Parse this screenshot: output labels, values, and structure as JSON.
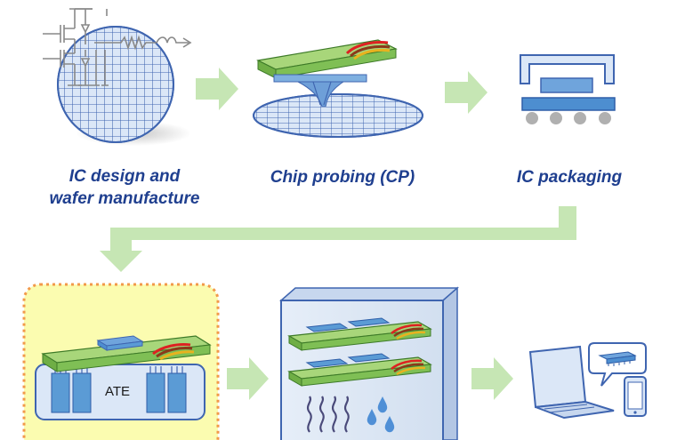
{
  "steps": {
    "design": {
      "line1": "IC design and",
      "line2": "wafer manufacture"
    },
    "probing": {
      "label": "Chip probing (CP)"
    },
    "packaging": {
      "label": "IC packaging"
    },
    "ate": {
      "label": "ATE"
    }
  },
  "colors": {
    "arrow": "#c6e6b4",
    "board_green": "#9bd06a",
    "chip_blue": "#5b9bd5",
    "wafer_fill": "#dbe7f7",
    "grid_line": "#3f65b0",
    "highlight_fill": "#fbfcb0",
    "highlight_border": "#f2994a",
    "label_text": "#1f3f8f"
  },
  "icons": [
    "wafer-icon",
    "probe-card-icon",
    "package-icon",
    "ate-board-icon",
    "burn-in-chamber-icon",
    "laptop-icon",
    "phone-icon"
  ]
}
